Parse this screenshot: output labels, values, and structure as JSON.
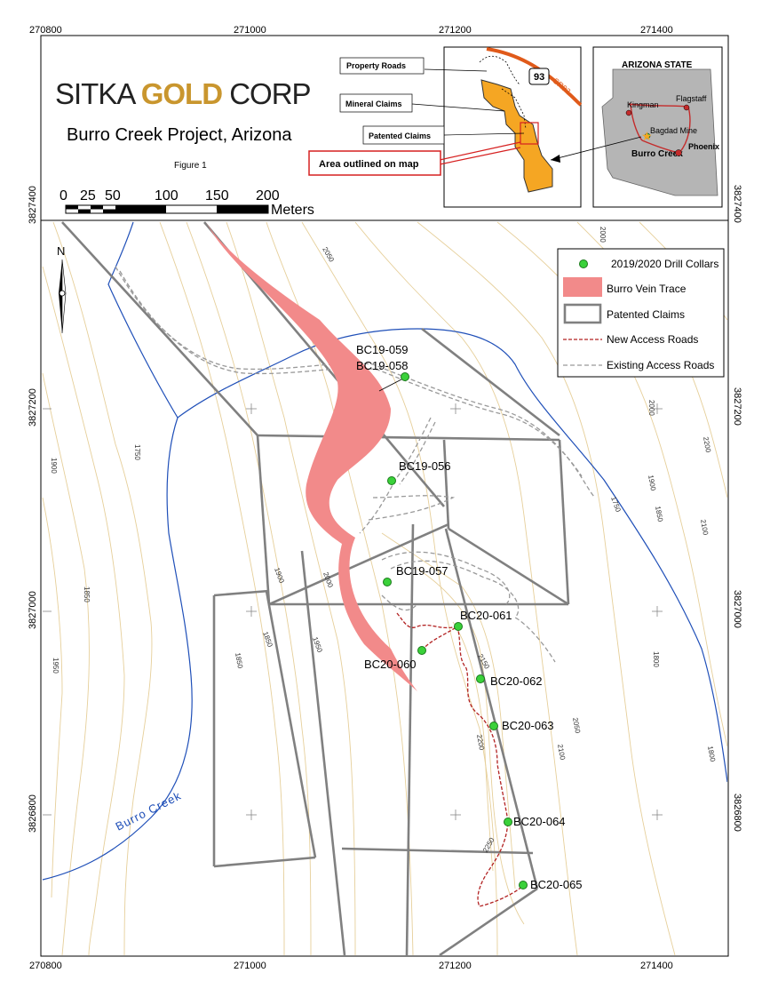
{
  "header": {
    "company_left": "SITKA ",
    "company_gold": "GOLD",
    "company_right": " CORP",
    "project_title": "Burro Creek Project, Arizona",
    "figure_label": "Figure 1"
  },
  "scalebar": {
    "ticks": [
      "0",
      "25",
      "50",
      "100",
      "150",
      "200"
    ],
    "unit": "Meters"
  },
  "coords": {
    "top_eastings": [
      "270800",
      "271000",
      "271200",
      "271400"
    ],
    "bottom_eastings": [
      "270800",
      "271000",
      "271200",
      "271400"
    ],
    "left_northings": [
      "3827400",
      "3827200",
      "3827000",
      "3826800"
    ],
    "right_northings": [
      "3827400",
      "3827200",
      "3827000",
      "3826800"
    ]
  },
  "north_arrow": {
    "letter": "N"
  },
  "inset_property": {
    "callouts": [
      "Property Roads",
      "Mineral Claims",
      "Patented Claims"
    ],
    "area_label": "Area outlined on map",
    "highway_shield": "93",
    "highway_text": "SR93"
  },
  "inset_state": {
    "title": "ARIZONA STATE",
    "cities": [
      "Kingman",
      "Flagstaff",
      "Bagdad Mine",
      "Burro Creek",
      "Phoenix"
    ]
  },
  "legend": {
    "items": [
      {
        "label": "2019/2020 Drill Collars",
        "symbol": "collar"
      },
      {
        "label": "Burro Vein Trace",
        "symbol": "vein"
      },
      {
        "label": "Patented Claims",
        "symbol": "claim"
      },
      {
        "label": "New Access Roads",
        "symbol": "new-road"
      },
      {
        "label": "Existing Access Roads",
        "symbol": "existing-road"
      }
    ]
  },
  "drill_holes": [
    {
      "label": "BC19-059"
    },
    {
      "label": "BC19-058"
    },
    {
      "label": "BC19-056"
    },
    {
      "label": "BC19-057"
    },
    {
      "label": "BC20-061"
    },
    {
      "label": "BC20-060"
    },
    {
      "label": "BC20-062"
    },
    {
      "label": "BC20-063"
    },
    {
      "label": "BC20-064"
    },
    {
      "label": "BC20-065"
    }
  ],
  "creek_label": "Burro Creek",
  "contour_labels": [
    "2050",
    "2000",
    "2000",
    "1750",
    "1900",
    "1850",
    "1750",
    "1900",
    "1850",
    "1800",
    "1900",
    "2000",
    "1950",
    "1850",
    "1950",
    "1850",
    "2150",
    "2050",
    "2100",
    "2200",
    "2250",
    "1800",
    "2100",
    "2200"
  ],
  "colors": {
    "vein": "#f28a8a",
    "claims": "#7f7f7f",
    "new_road": "#b22222",
    "existing_road": "#999999",
    "creek": "#1f4fb8",
    "contour": "#e6cf9a",
    "collar": "#3ad13a",
    "gold": "#c9962e",
    "property": "#f5a623",
    "highway": "#e05a1a"
  }
}
